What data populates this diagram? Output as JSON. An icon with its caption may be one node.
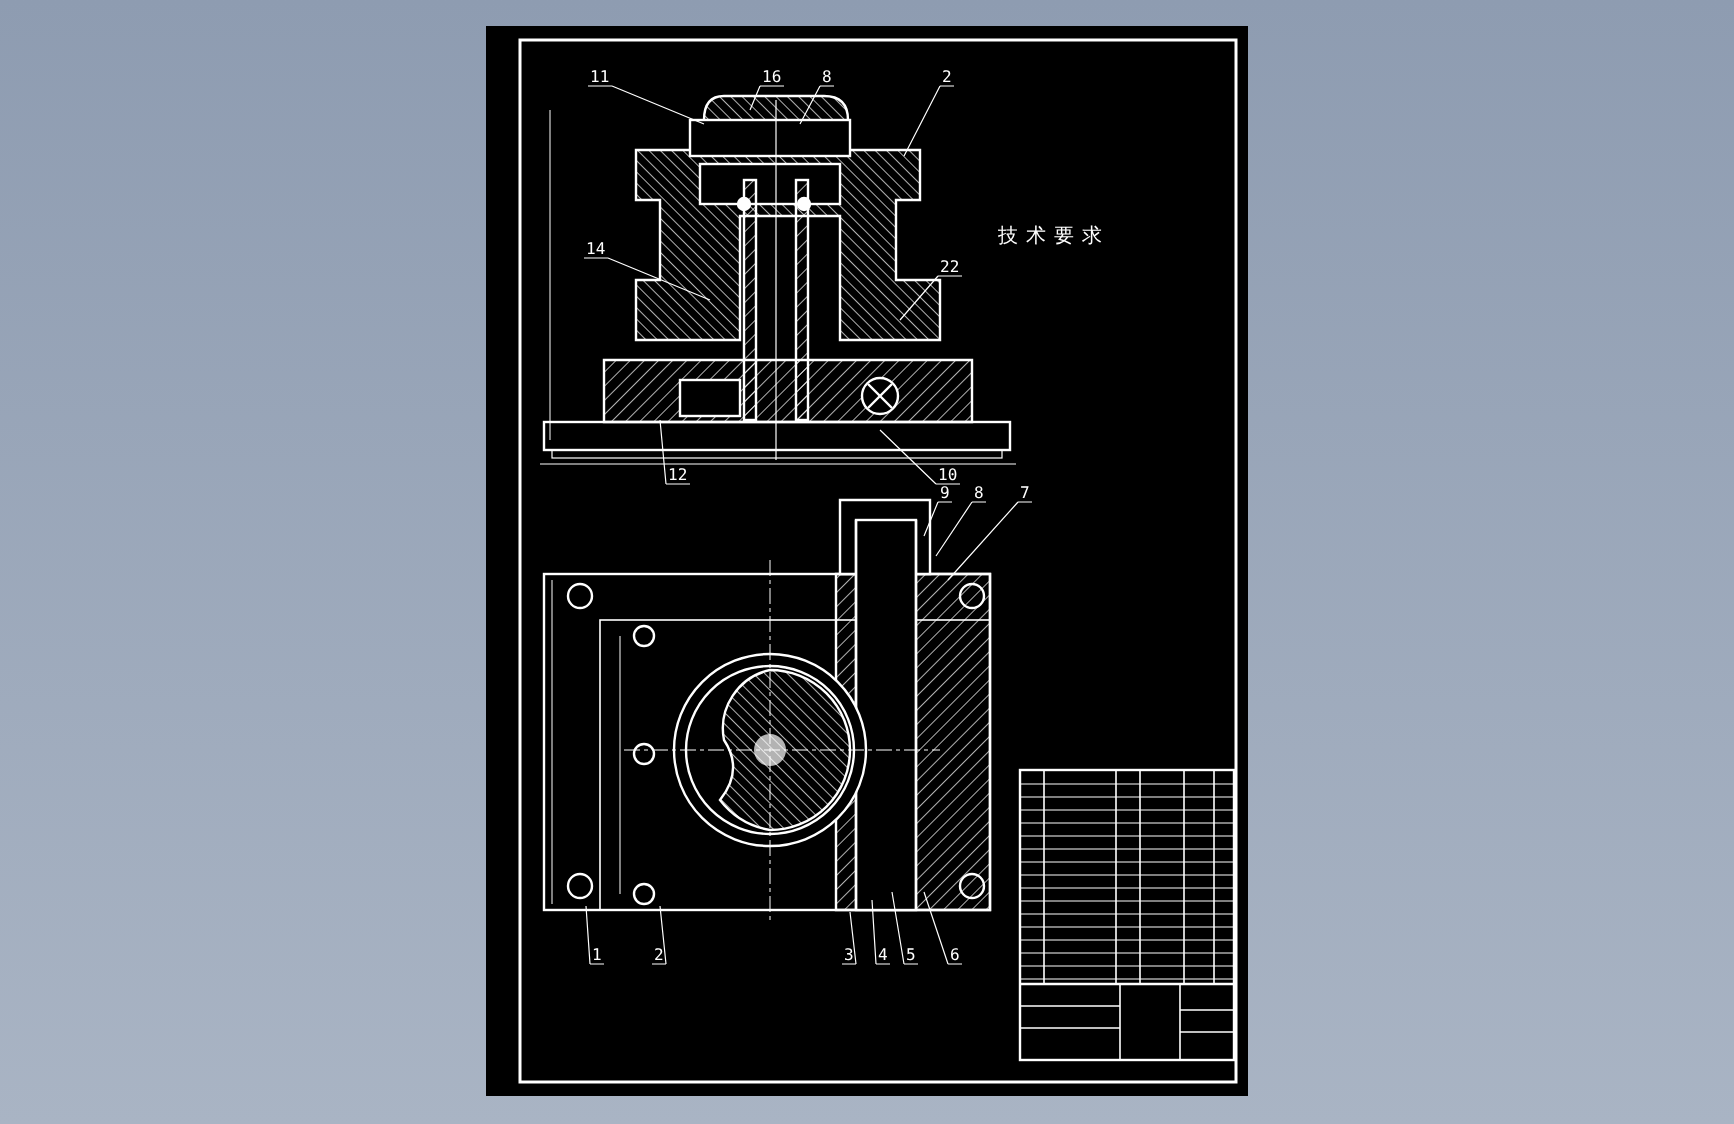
{
  "diagram": {
    "nodes": [
      {
        "text": [
          "11"
        ]
      },
      {
        "text": [
          "16"
        ]
      },
      {
        "text": [
          "8"
        ]
      },
      {
        "text": [
          "2"
        ]
      },
      {
        "text": [
          "14"
        ]
      },
      {
        "text": [
          "22"
        ]
      },
      {
        "text": [
          "12"
        ]
      },
      {
        "text": [
          "10"
        ]
      },
      {
        "text": [
          "9"
        ]
      },
      {
        "text": [
          "8"
        ]
      },
      {
        "text": [
          "7"
        ]
      },
      {
        "text": [
          "1"
        ]
      },
      {
        "text": [
          "2"
        ]
      },
      {
        "text": [
          "3"
        ]
      },
      {
        "text": [
          "4"
        ]
      },
      {
        "text": [
          "5"
        ]
      },
      {
        "text": [
          "6"
        ]
      }
    ],
    "edges": [
      {
        "from": 0,
        "to": null,
        "arrow": "none"
      },
      {
        "from": 1,
        "to": null,
        "arrow": "none"
      },
      {
        "from": 2,
        "to": null,
        "arrow": "none"
      },
      {
        "from": 3,
        "to": null,
        "arrow": "none"
      },
      {
        "from": 4,
        "to": null,
        "arrow": "none"
      },
      {
        "from": 5,
        "to": null,
        "arrow": "none"
      },
      {
        "from": 6,
        "to": null,
        "arrow": "none"
      },
      {
        "from": 7,
        "to": null,
        "arrow": "none"
      },
      {
        "from": 8,
        "to": null,
        "arrow": "none"
      },
      {
        "from": 9,
        "to": null,
        "arrow": "none"
      },
      {
        "from": 10,
        "to": null,
        "arrow": "none"
      },
      {
        "from": 11,
        "to": null,
        "arrow": "none"
      },
      {
        "from": 12,
        "to": null,
        "arrow": "none"
      },
      {
        "from": 13,
        "to": null,
        "arrow": "none"
      },
      {
        "from": 14,
        "to": null,
        "arrow": "none"
      },
      {
        "from": 15,
        "to": null,
        "arrow": "none"
      },
      {
        "from": 16,
        "to": null,
        "arrow": "none"
      }
    ],
    "labels": [
      "技术要求"
    ]
  }
}
